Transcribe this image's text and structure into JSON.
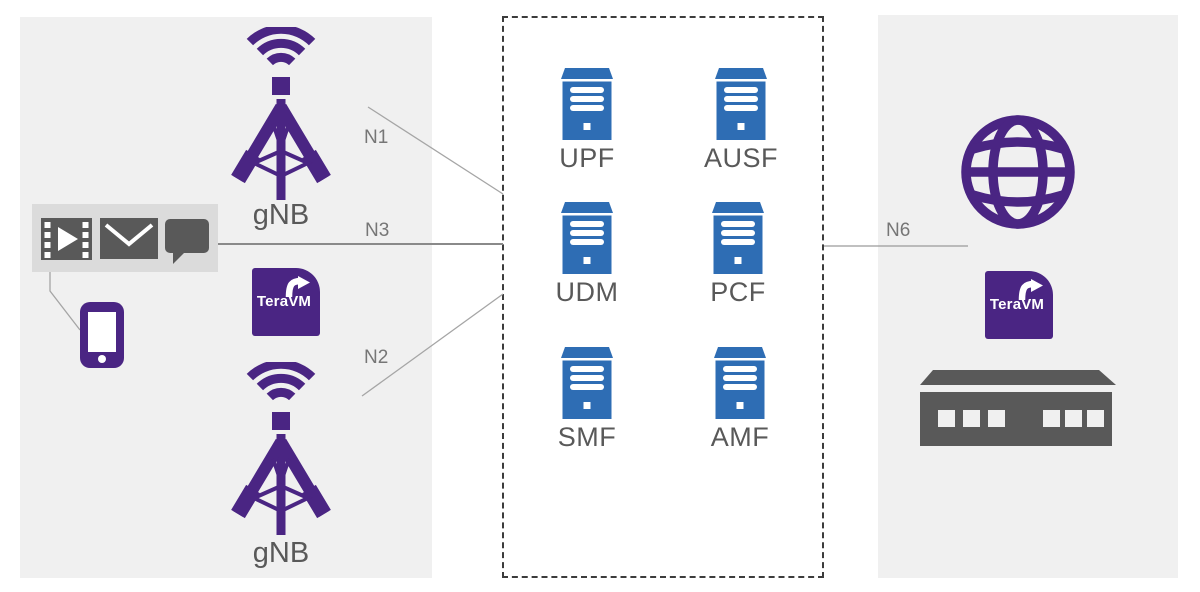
{
  "panels": {
    "access": {
      "gnb_top": {
        "label": "gNB"
      },
      "gnb_bottom": {
        "label": "gNB"
      },
      "teravm": {
        "label": "TeraVM"
      },
      "media_icons": [
        "film-icon",
        "mail-icon",
        "chat-icon"
      ],
      "device_icon": "smartphone-icon"
    },
    "core": {
      "servers": [
        {
          "label": "UPF"
        },
        {
          "label": "AUSF"
        },
        {
          "label": "UDM"
        },
        {
          "label": "PCF"
        },
        {
          "label": "SMF"
        },
        {
          "label": "AMF"
        }
      ]
    },
    "internet": {
      "teravm": {
        "label": "TeraVM"
      },
      "icons": [
        "globe-icon",
        "network-appliance-icon"
      ]
    }
  },
  "links": {
    "n1": {
      "label": "N1"
    },
    "n3": {
      "label": "N3"
    },
    "n2": {
      "label": "N2"
    },
    "n6": {
      "label": "N6"
    }
  },
  "colors": {
    "purple": "#4a2583",
    "blue": "#2e6db4",
    "icon_gray": "#595959",
    "panel_bg": "#f0f0f0",
    "media_box_bg": "#dbdbdb",
    "label_gray": "#595959",
    "line_gray": "#a5a5a5",
    "dash_border": "#3c3c3c"
  }
}
